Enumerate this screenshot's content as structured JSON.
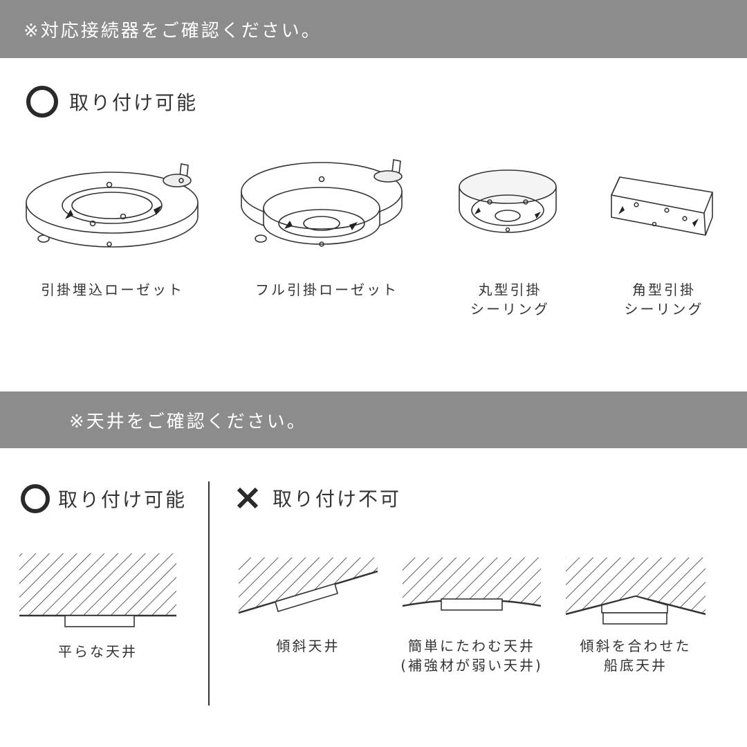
{
  "banners": {
    "connector_check": "※対応接続器をご確認ください。",
    "ceiling_check": "※天井をご確認ください。"
  },
  "connectors": {
    "heading": "取り付け可能",
    "items": [
      {
        "line1": "引掛埋込ローゼット",
        "line2": ""
      },
      {
        "line1": "フル引掛ローゼット",
        "line2": ""
      },
      {
        "line1": "丸型引掛",
        "line2": "シーリング"
      },
      {
        "line1": "角型引掛",
        "line2": "シーリング"
      }
    ]
  },
  "ceilings": {
    "ok_heading": "取り付け可能",
    "ng_heading": "取り付け不可",
    "ok_item": {
      "line1": "平らな天井",
      "line2": ""
    },
    "ng_items": [
      {
        "line1": "傾斜天井",
        "line2": ""
      },
      {
        "line1": "簡単にたわむ天井",
        "line2": "(補強材が弱い天井)"
      },
      {
        "line1": "傾斜を合わせた",
        "line2": "船底天井"
      }
    ]
  },
  "icons": {
    "ok": "circle-o-icon",
    "ng": "x-mark-icon"
  },
  "colors": {
    "banner_bg": "#8c8c8c",
    "banner_text": "#ffffff",
    "text": "#333333",
    "mark": "#2a2a2a"
  }
}
